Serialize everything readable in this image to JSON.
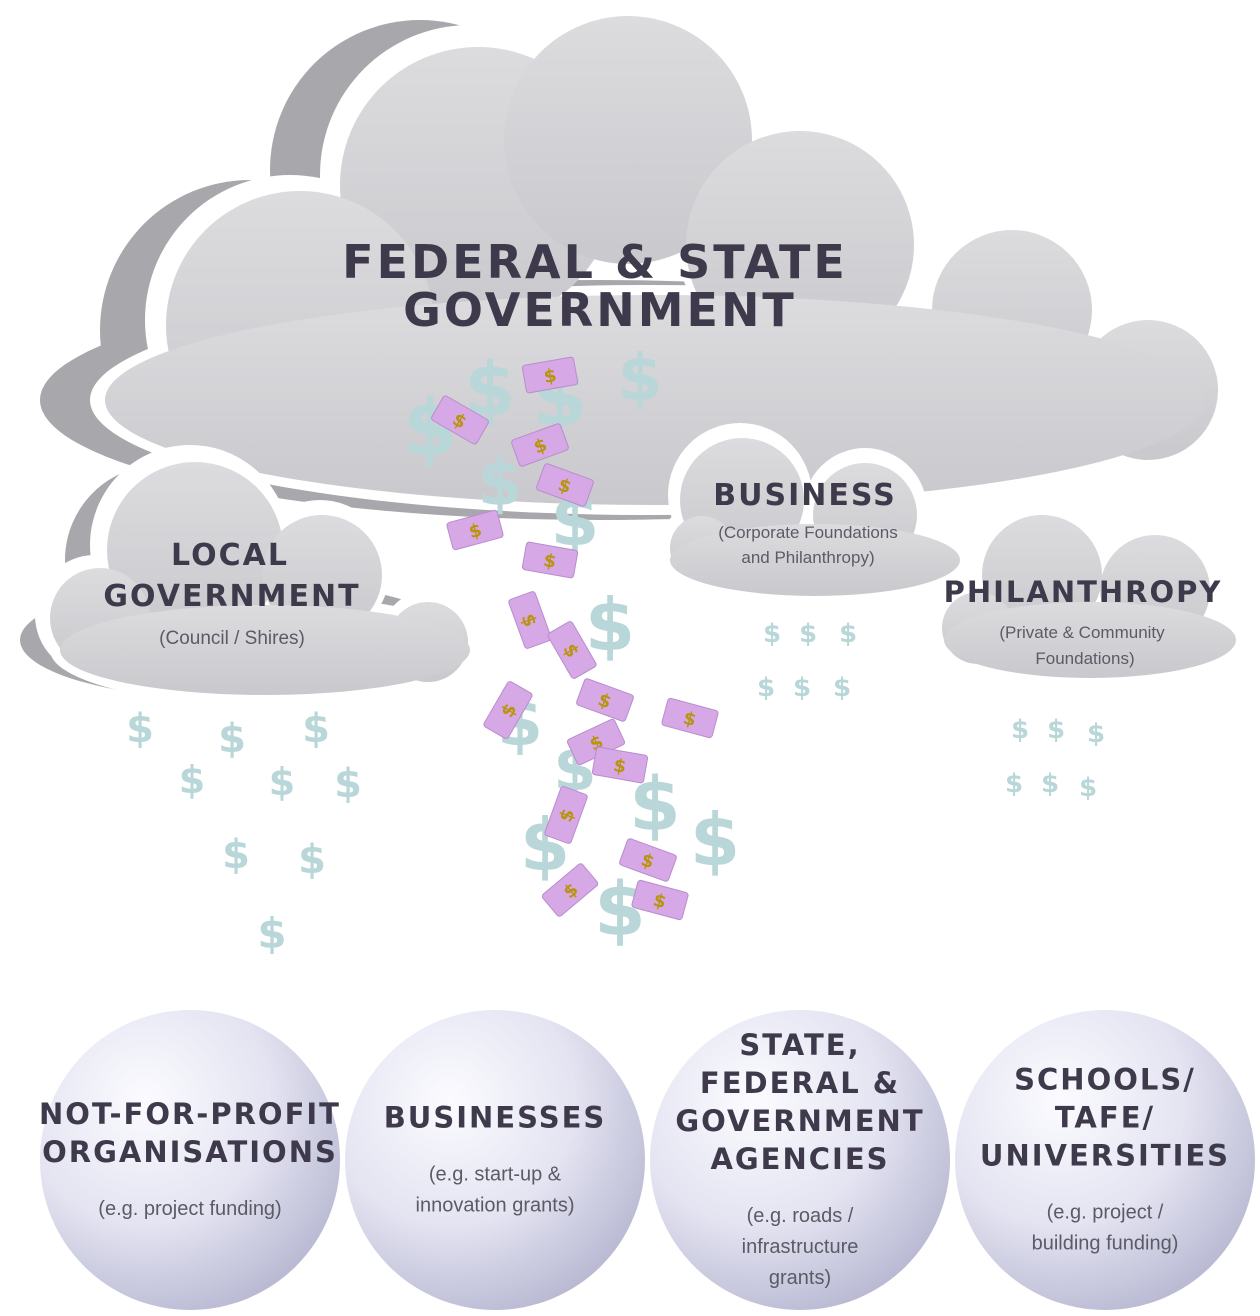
{
  "clouds": {
    "federal": {
      "title_line1": "FEDERAL & STATE",
      "title_line2": "GOVERNMENT"
    },
    "local": {
      "title_line1": "LOCAL",
      "title_line2": "GOVERNMENT",
      "subtitle": "(Council / Shires)"
    },
    "business": {
      "title": "BUSINESS",
      "subtitle_line1": "(Corporate Foundations",
      "subtitle_line2": "and Philanthropy)"
    },
    "philanthropy": {
      "title": "PHILANTHROPY",
      "subtitle_line1": "(Private & Community",
      "subtitle_line2": "Foundations)"
    }
  },
  "recipients": [
    {
      "title_lines": [
        "NOT-FOR-PROFIT",
        "ORGANISATIONS"
      ],
      "detail_lines": [
        "(e.g. project funding)"
      ]
    },
    {
      "title_lines": [
        "BUSINESSES"
      ],
      "detail_lines": [
        "(e.g. start-up &",
        "innovation grants)"
      ]
    },
    {
      "title_lines": [
        "STATE,",
        "FEDERAL &",
        "GOVERNMENT",
        "AGENCIES"
      ],
      "detail_lines": [
        "(e.g. roads /",
        "infrastructure",
        "grants)"
      ]
    },
    {
      "title_lines": [
        "SCHOOLS/",
        "TAFE/",
        "UNIVERSITIES"
      ],
      "detail_lines": [
        "(e.g. project /",
        "building funding)"
      ]
    }
  ],
  "symbols": {
    "dollar": "$"
  },
  "colors": {
    "cloud_fill": "#d9d9dc",
    "cloud_shadow": "#a9a9ad",
    "title_text": "#3e3a4c",
    "dollar_rain": "#b9d7d8",
    "banknote": "#d7a8e6",
    "circle_fill": "#dcdcec"
  }
}
